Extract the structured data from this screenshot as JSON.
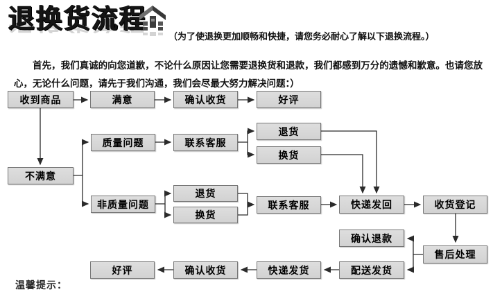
{
  "header": {
    "title": "退换货流程",
    "subtitle": "（为了使退换更加顺畅和快捷，请您务必耐心了解以下退换流程。）"
  },
  "intro": "首先，我们真诚的向您道歉，不论什么原因让您需要退换货和退款，我们都感到万分的遗憾和歉意。也请您放心，无论什么问题，请先于我们沟通，我们会尽最大努力解决问题：）",
  "footer": {
    "note": "温馨提示："
  },
  "flow": {
    "colors": {
      "box_fill": "#d8d8d8",
      "box_border": "#767676",
      "line": "#2b2b2b",
      "text": "#000000"
    },
    "nodes": [
      {
        "id": "received-goods",
        "label": "收到商品"
      },
      {
        "id": "satisfied",
        "label": "满意"
      },
      {
        "id": "confirm-receipt",
        "label": "确认收货"
      },
      {
        "id": "good-review",
        "label": "好评"
      },
      {
        "id": "quality-issue",
        "label": "质量问题"
      },
      {
        "id": "contact-service",
        "label": "联系客服"
      },
      {
        "id": "return-goods",
        "label": "退货"
      },
      {
        "id": "exchange-goods",
        "label": "换货"
      },
      {
        "id": "unsatisfied",
        "label": "不满意"
      },
      {
        "id": "non-quality-issue",
        "label": "非质量问题"
      },
      {
        "id": "return-goods-2",
        "label": "退货"
      },
      {
        "id": "exchange-goods-2",
        "label": "换货"
      },
      {
        "id": "contact-service-2",
        "label": "联系客服"
      },
      {
        "id": "express-return",
        "label": "快递发回"
      },
      {
        "id": "receiving-register",
        "label": "收货登记"
      },
      {
        "id": "confirm-refund",
        "label": "确认退款"
      },
      {
        "id": "after-sales",
        "label": "售后处理"
      },
      {
        "id": "dispatch-goods",
        "label": "配送发货"
      },
      {
        "id": "express-delivery",
        "label": "快递发货"
      },
      {
        "id": "confirm-receipt-2",
        "label": "确认收货"
      },
      {
        "id": "good-review-2",
        "label": "好评"
      }
    ]
  }
}
